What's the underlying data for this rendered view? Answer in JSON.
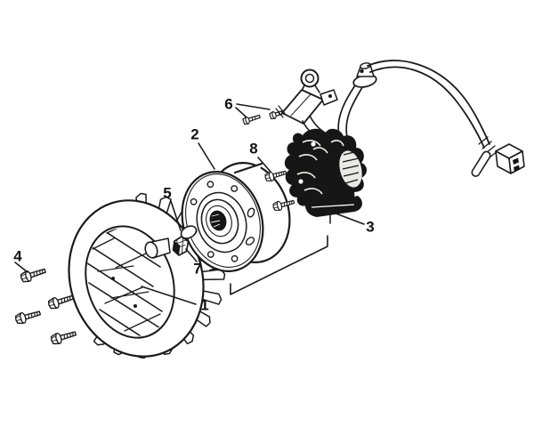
{
  "page": {
    "kind": "exploded-parts-diagram",
    "subject": "flywheel-generator-assembly",
    "background_color": "#ffffff",
    "line_color": "#1b1b1b"
  },
  "callouts": [
    {
      "number": "1"
    },
    {
      "number": "2"
    },
    {
      "number": "3"
    },
    {
      "number": "4"
    },
    {
      "number": "5"
    },
    {
      "number": "6"
    },
    {
      "number": "7"
    },
    {
      "number": "8"
    }
  ]
}
